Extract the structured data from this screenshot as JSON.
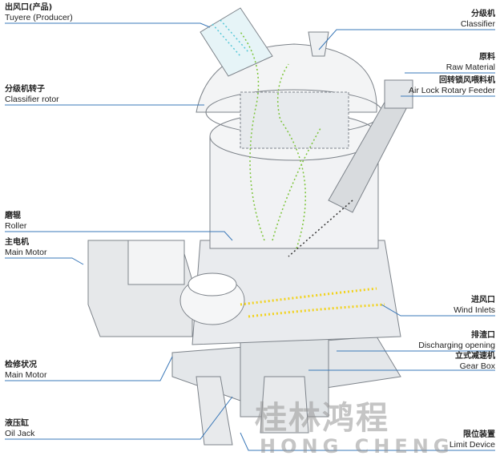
{
  "labels_left": [
    {
      "zh": "出风口(产品)",
      "en": "Tuyere (Producer)"
    },
    {
      "zh": "分级机转子",
      "en": "Classifier rotor"
    },
    {
      "zh": "磨辊",
      "en": "Roller"
    },
    {
      "zh": "主电机",
      "en": "Main Motor"
    },
    {
      "zh": "检修状况",
      "en": "Main Motor"
    },
    {
      "zh": "液压缸",
      "en": "Oil Jack"
    }
  ],
  "labels_right": [
    {
      "zh": "分级机",
      "en": "Classifier"
    },
    {
      "zh": "原料",
      "en": "Raw Material"
    },
    {
      "zh": "回转锁风喂料机",
      "en": "Air Lock Rotary Feeder"
    },
    {
      "zh": "进风口",
      "en": "Wind Inlets"
    },
    {
      "zh": "排渣口",
      "en": "Discharging opening"
    },
    {
      "zh": "立式减速机",
      "en": "Gear Box"
    },
    {
      "zh": "限位装置",
      "en": "Limit Device"
    }
  ],
  "watermark": {
    "zh": "桂林鸿程",
    "en": "HONG CHENG"
  },
  "colors": {
    "leader": "#3a78b8",
    "machine": "#8a8f96",
    "flow_green": "#7cc43a",
    "flow_yellow": "#f2d21c",
    "flow_cyan": "#58c8d8"
  }
}
